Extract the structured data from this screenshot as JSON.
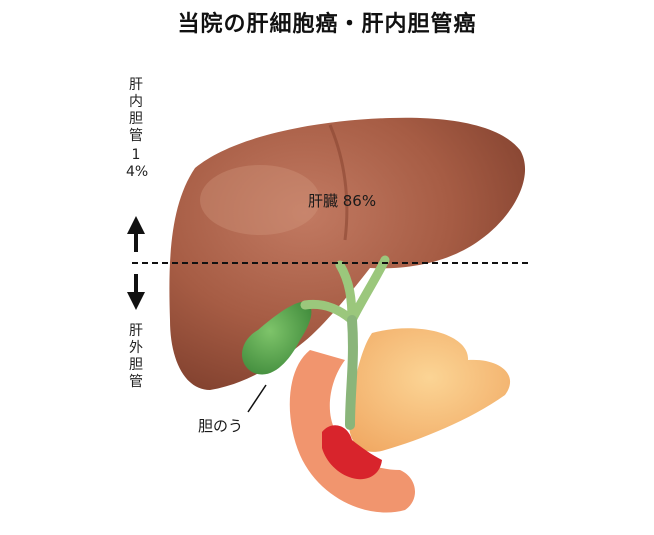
{
  "title": "当院の肝細胞癌・肝内胆管癌",
  "labels": {
    "intrahepatic": "肝内胆管",
    "intrahepatic_pct": "14%",
    "extrahepatic": "肝外胆管",
    "liver": "肝臓 86%",
    "gallbladder": "胆のう"
  },
  "colors": {
    "liver": "#a45a44",
    "gallbladder": "#5ca552",
    "pancreas": "#f3b36e",
    "duodenum": "#f08a5e",
    "tumor": "#d8242c",
    "bile_duct": "#9bc77c"
  }
}
